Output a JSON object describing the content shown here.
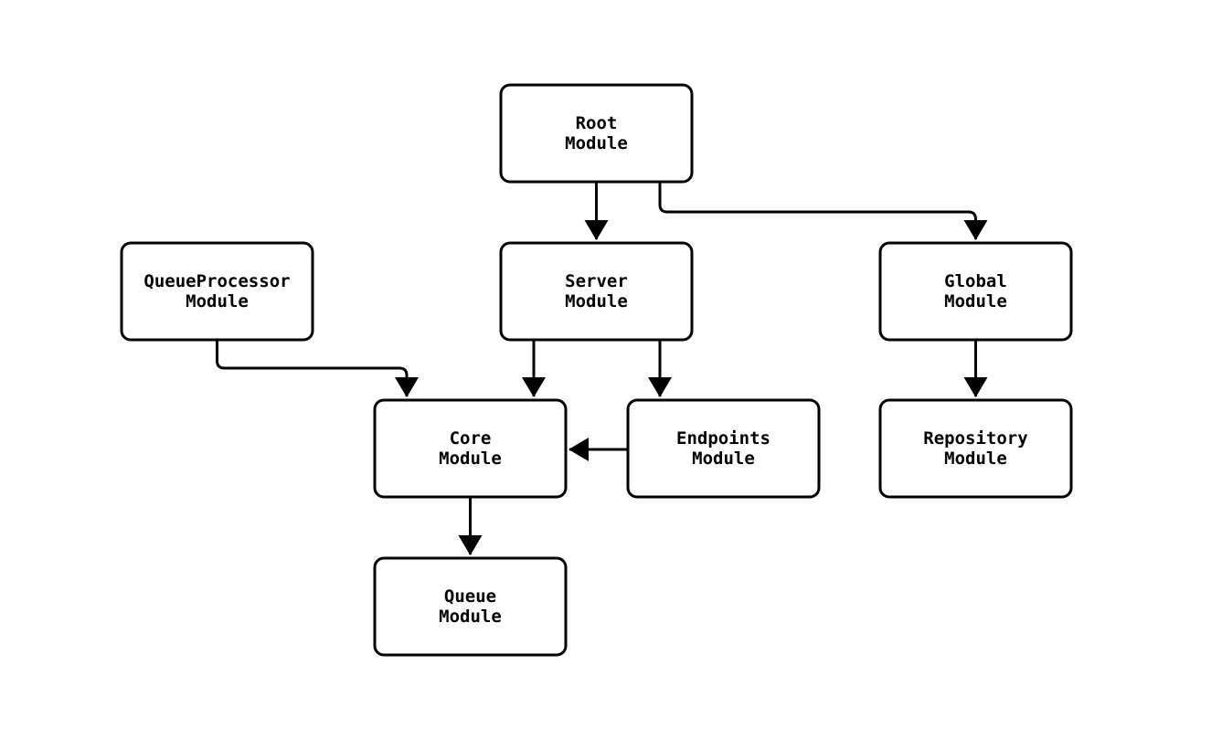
{
  "diagram": {
    "type": "flowchart",
    "background_color": "#ffffff",
    "line_color": "#000000",
    "text_color": "#000000",
    "nodes": [
      {
        "id": "root",
        "line1": "Root",
        "line2": "Module"
      },
      {
        "id": "server",
        "line1": "Server",
        "line2": "Module"
      },
      {
        "id": "global",
        "line1": "Global",
        "line2": "Module"
      },
      {
        "id": "queueprocessor",
        "line1": "QueueProcessor",
        "line2": "Module"
      },
      {
        "id": "core",
        "line1": "Core",
        "line2": "Module"
      },
      {
        "id": "endpoints",
        "line1": "Endpoints",
        "line2": "Module"
      },
      {
        "id": "repository",
        "line1": "Repository",
        "line2": "Module"
      },
      {
        "id": "queue",
        "line1": "Queue",
        "line2": "Module"
      }
    ],
    "edges": [
      {
        "from": "Root Module",
        "to": "Server Module"
      },
      {
        "from": "Root Module",
        "to": "Global Module"
      },
      {
        "from": "Server Module",
        "to": "Core Module"
      },
      {
        "from": "Server Module",
        "to": "Endpoints Module"
      },
      {
        "from": "QueueProcessor Module",
        "to": "Core Module"
      },
      {
        "from": "Endpoints Module",
        "to": "Core Module"
      },
      {
        "from": "Global Module",
        "to": "Repository Module"
      },
      {
        "from": "Core Module",
        "to": "Queue Module"
      }
    ]
  }
}
